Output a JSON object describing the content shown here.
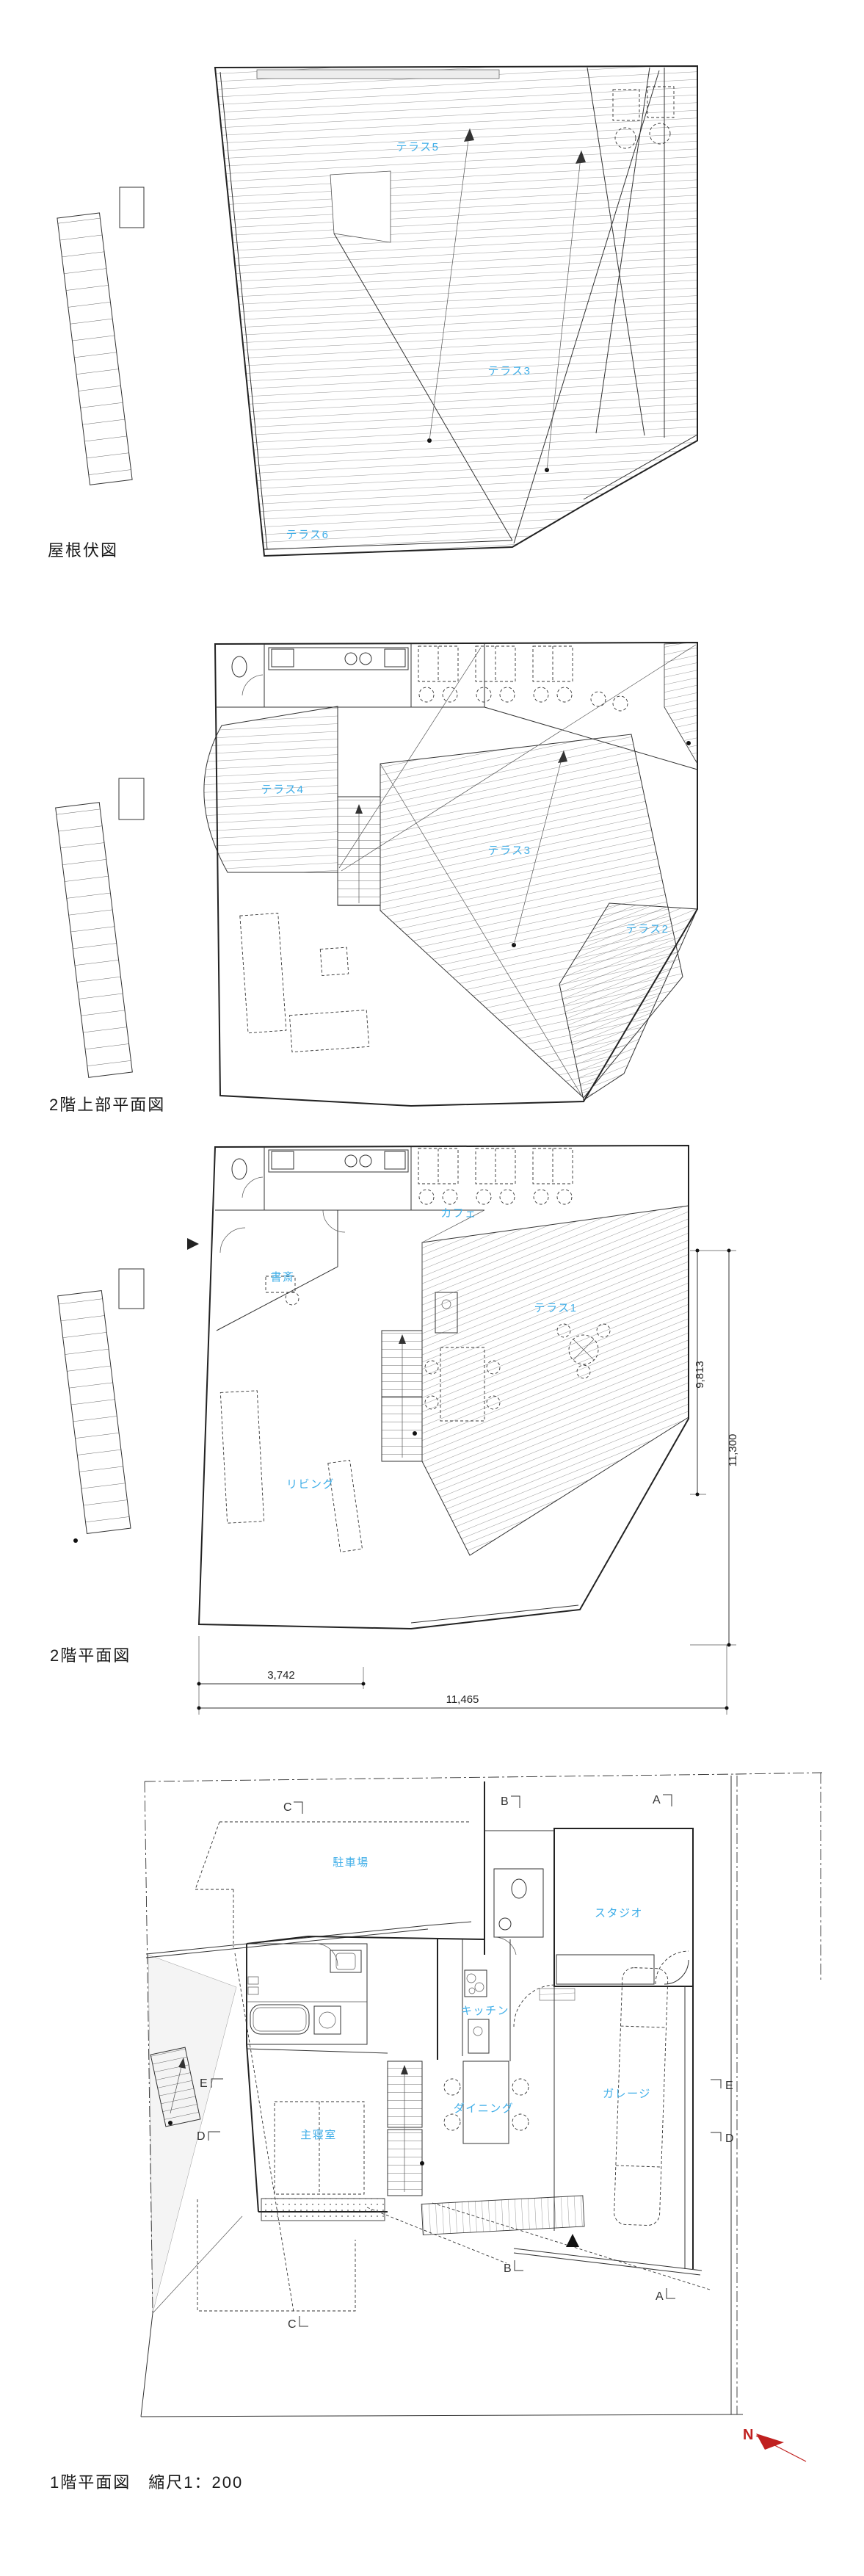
{
  "colors": {
    "label": "#3faee8",
    "line": "#222222",
    "north": "#c0201f"
  },
  "drawings": {
    "roof": {
      "title": "屋根伏図",
      "labels": {
        "terrace5": "テラス5",
        "terrace3": "テラス3",
        "terrace6": "テラス6"
      }
    },
    "floor2_upper": {
      "title": "2階上部平面図",
      "labels": {
        "terrace4": "テラス4",
        "terrace3": "テラス3",
        "terrace2": "テラス2"
      }
    },
    "floor2": {
      "title": "2階平面図",
      "labels": {
        "cafe": "カフェ",
        "study": "書斎",
        "living": "リビング",
        "terrace1": "テラス1"
      },
      "dims": {
        "right_inner": "9,813",
        "right_outer": "11,300",
        "bottom_inner": "3,742",
        "bottom_outer": "11,465"
      }
    },
    "floor1": {
      "title": "1階平面図　縮尺1：200",
      "labels": {
        "parking": "駐車場",
        "studio": "スタジオ",
        "kitchen": "キッチン",
        "garage": "ガレージ",
        "dining": "ダイニング",
        "bedroom": "主寝室"
      },
      "sections": {
        "a": "A",
        "b": "B",
        "c": "C",
        "d": "D",
        "e": "E"
      },
      "north": "N"
    }
  }
}
